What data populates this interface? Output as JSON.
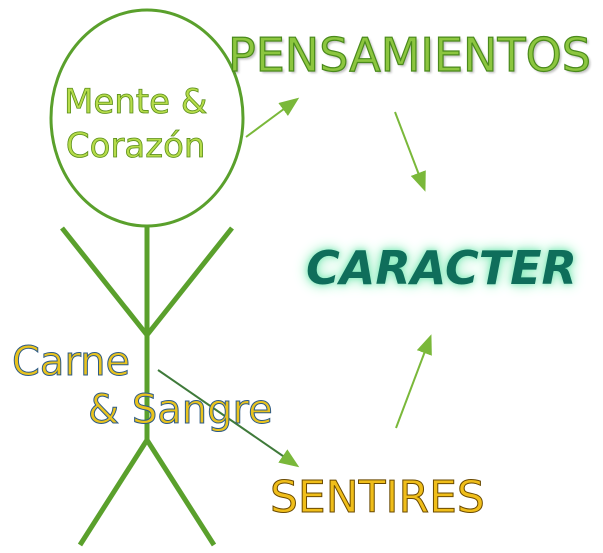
{
  "labels": {
    "pensamientos": "PENSAMIENTOS",
    "mente_line1": "Mente &",
    "mente_line2": "Corazón",
    "caracter": "CARACTER",
    "carne_line1": "Carne",
    "carne_line2": "& Sangre",
    "sentires": "SENTIRES"
  },
  "colors": {
    "stick_figure": "#5aa02c",
    "arrow": "#7ab83a",
    "pensamientos": "#8cc63f",
    "caracter": "#0f6e5b",
    "carne": "#e9c31e",
    "sentires": "#f0be1a"
  }
}
